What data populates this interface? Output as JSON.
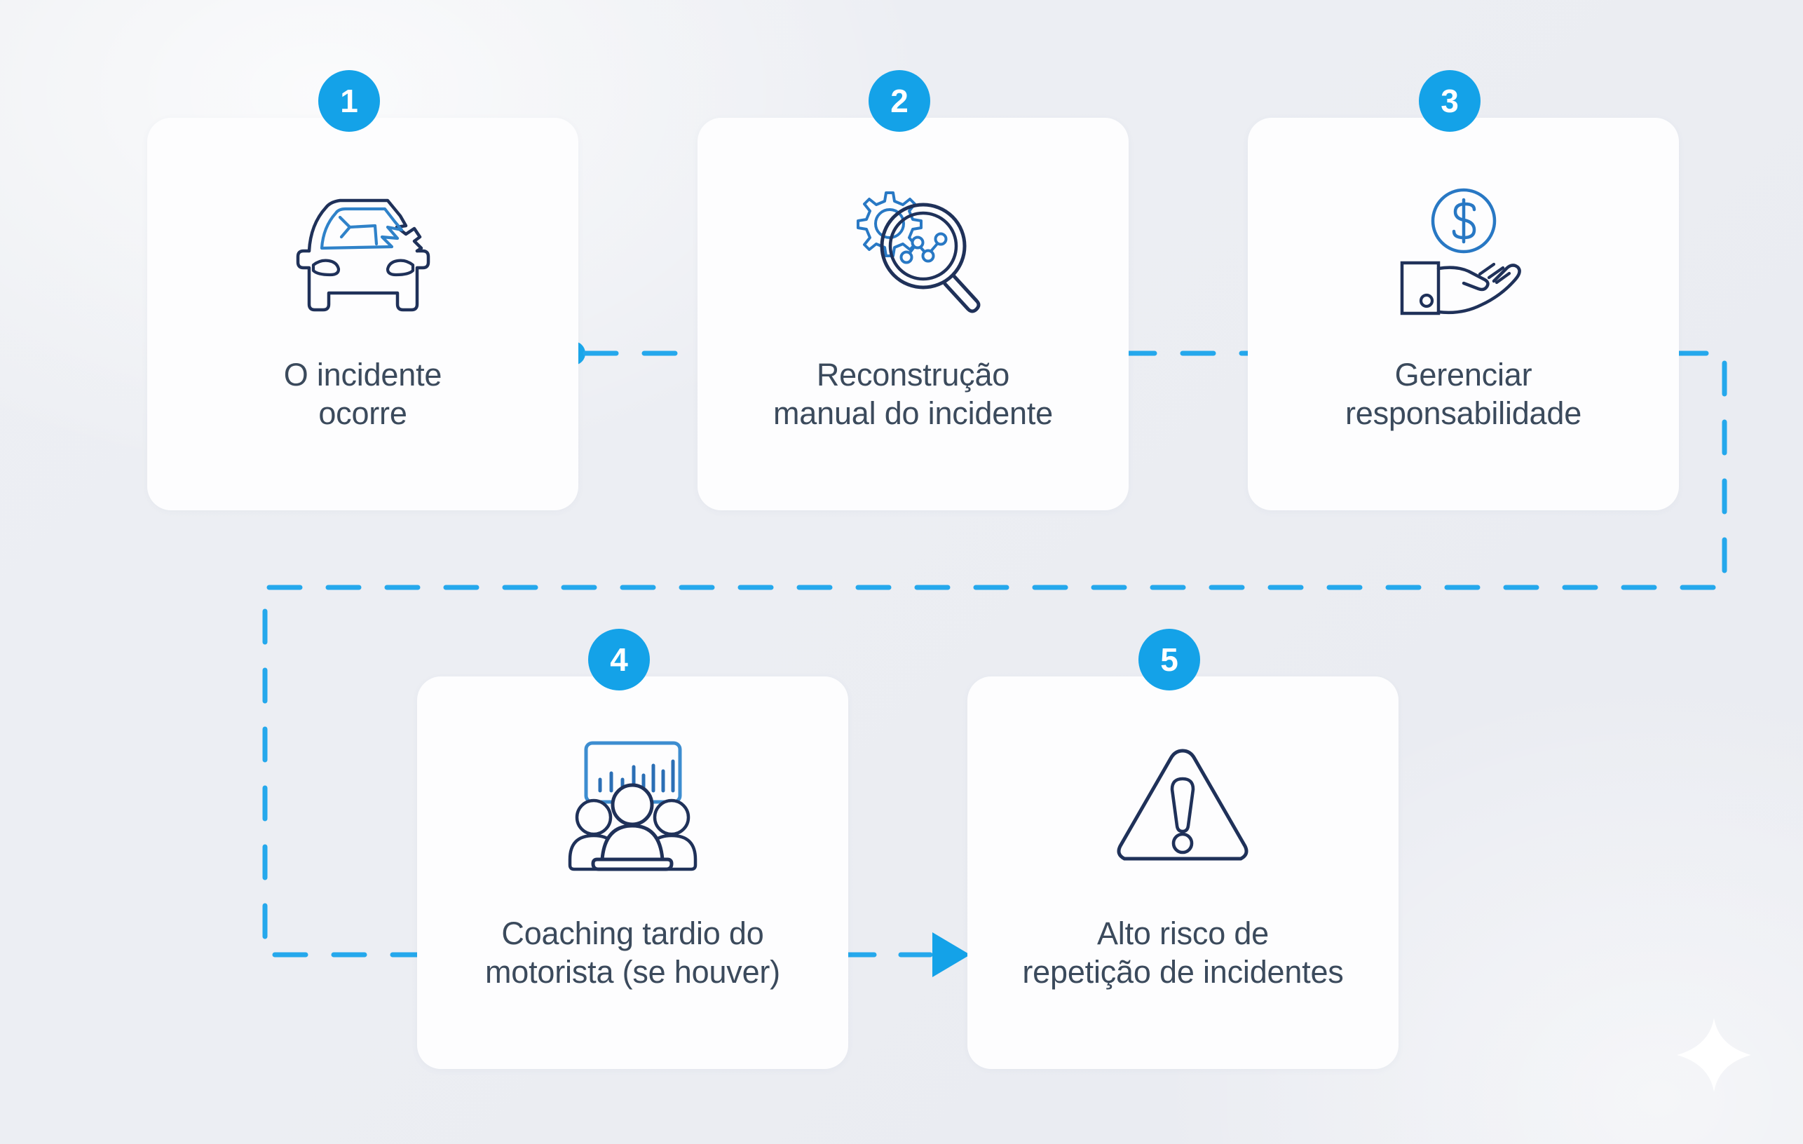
{
  "theme": {
    "background": "#eef0f4",
    "card_background": "#fdfdfe",
    "accent": "#14a2e8",
    "text": "#3b4a5c",
    "icon_dark": "#1f3159",
    "icon_light": "#2878c4"
  },
  "diagram": {
    "type": "process-flow",
    "step_count": 5,
    "steps": [
      {
        "number": "1",
        "label": "O incidente\nocorre",
        "icon": "damaged-car-icon"
      },
      {
        "number": "2",
        "label": "Reconstrução\nmanual do incidente",
        "icon": "gear-magnifier-analytics-icon"
      },
      {
        "number": "3",
        "label": "Gerenciar\nresponsabilidade",
        "icon": "hand-holding-dollar-icon"
      },
      {
        "number": "4",
        "label": "Coaching tardio do\nmotorista (se houver)",
        "icon": "presentation-audience-icon"
      },
      {
        "number": "5",
        "label": "Alto risco de\nrepetição de incidentes",
        "icon": "warning-triangle-icon"
      }
    ],
    "connectors": [
      {
        "id": "connector-1-2",
        "style": "dashed",
        "start_marker": "dot",
        "end_marker": "none"
      },
      {
        "id": "connector-2-3",
        "style": "dashed",
        "start_marker": "none",
        "end_marker": "none"
      },
      {
        "id": "connector-3-4",
        "style": "dashed",
        "start_marker": "none",
        "end_marker": "none"
      },
      {
        "id": "connector-4-5",
        "style": "dashed",
        "start_marker": "none",
        "end_marker": "arrow"
      }
    ],
    "decoration": "sparkle-icon"
  }
}
